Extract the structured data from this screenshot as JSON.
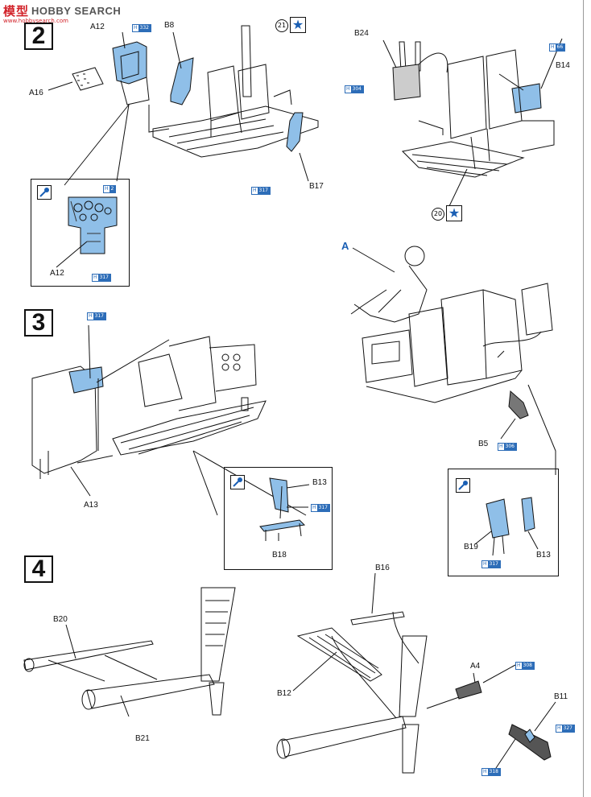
{
  "watermark": {
    "brand_cn": "模型",
    "brand_en": "HOBBY SEARCH",
    "url": "www.hobbysearch.com"
  },
  "steps": [
    "2",
    "3",
    "4"
  ],
  "parts": {
    "a12": "A12",
    "a16": "A16",
    "b8": "B8",
    "b17": "B17",
    "b24": "B24",
    "b14": "B14",
    "a12_inset": "A12",
    "a13": "A13",
    "b13": "B13",
    "b18": "B18",
    "b5": "B5",
    "b19": "B19",
    "b13_inset": "B13",
    "b16": "B16",
    "b20": "B20",
    "b12": "B12",
    "b21": "B21",
    "a4": "A4",
    "b11": "B11",
    "figure_a": "A"
  },
  "color_refs": [
    {
      "letter": "H",
      "code": "332"
    },
    {
      "letter": "H",
      "code": "317"
    },
    {
      "letter": "H",
      "code": "2"
    },
    {
      "letter": "H",
      "code": "317"
    },
    {
      "letter": "H",
      "code": "66"
    },
    {
      "letter": "H",
      "code": "304"
    },
    {
      "letter": "H",
      "code": "317"
    },
    {
      "letter": "H",
      "code": "317"
    },
    {
      "letter": "H",
      "code": "317"
    },
    {
      "letter": "H",
      "code": "306"
    },
    {
      "letter": "H",
      "code": "317"
    },
    {
      "letter": "H",
      "code": "308"
    },
    {
      "letter": "H",
      "code": "327"
    },
    {
      "letter": "H",
      "code": "318"
    }
  ],
  "callouts": {
    "c21": "21",
    "c20": "20"
  },
  "colors": {
    "part_fill": "#8fbfe8",
    "ref_blue": "#2d6db8",
    "line": "#111111",
    "watermark_red": "#d2232a"
  },
  "icons": {
    "star": "★",
    "paint_brush": "paint-brush-icon"
  }
}
